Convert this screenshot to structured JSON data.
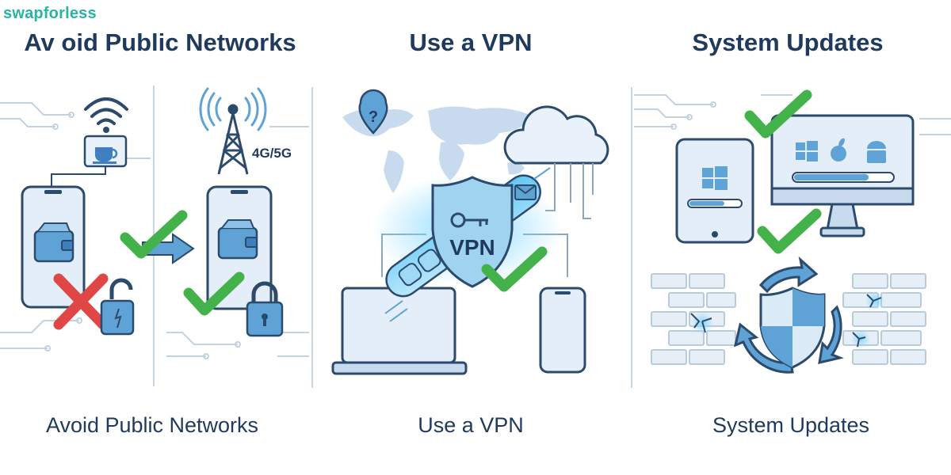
{
  "brand": "swapforless",
  "panels": [
    {
      "title": "Av oid Public Networks",
      "caption": "Avoid Public Networks",
      "tower_label": "4G/5G"
    },
    {
      "title": "Use a VPN",
      "caption": "Use a VPN",
      "shield_label": "VPN"
    },
    {
      "title": "System Updates",
      "caption": "System Updates"
    }
  ],
  "colors": {
    "navy": "#1f3a5c",
    "line": "#2c4a6b",
    "light_blue": "#dbeaf7",
    "mid_blue": "#5fa3d6",
    "green": "#43b24a",
    "red": "#e04646",
    "brand": "#29b3a3"
  }
}
